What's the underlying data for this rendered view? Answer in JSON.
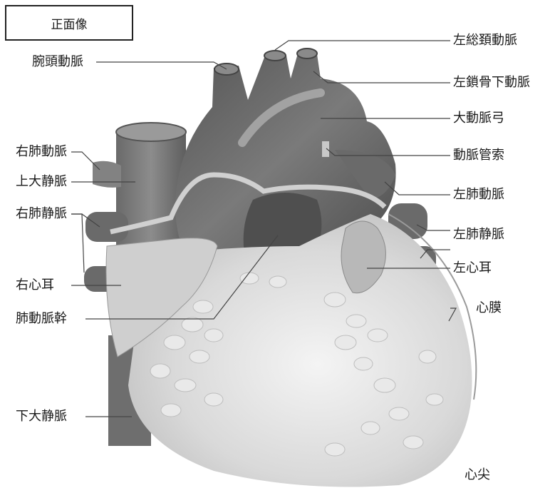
{
  "view_title": "正面像",
  "labels": {
    "brachiocephalic_artery": "腕頭動脈",
    "left_common_carotid": "左総頚動脈",
    "left_subclavian": "左鎖骨下動脈",
    "aortic_arch": "大動脈弓",
    "ligamentum_arteriosum": "動脈管索",
    "right_pulmonary_artery": "右肺動脈",
    "superior_vena_cava": "上大静脈",
    "left_pulmonary_artery": "左肺動脈",
    "right_pulmonary_veins": "右肺静脈",
    "left_pulmonary_veins": "左肺静脈",
    "left_auricle": "左心耳",
    "right_auricle": "右心耳",
    "pericardium": "心膜",
    "pulmonary_trunk": "肺動脈幹",
    "inferior_vena_cava": "下大静脈",
    "apex": "心尖"
  }
}
